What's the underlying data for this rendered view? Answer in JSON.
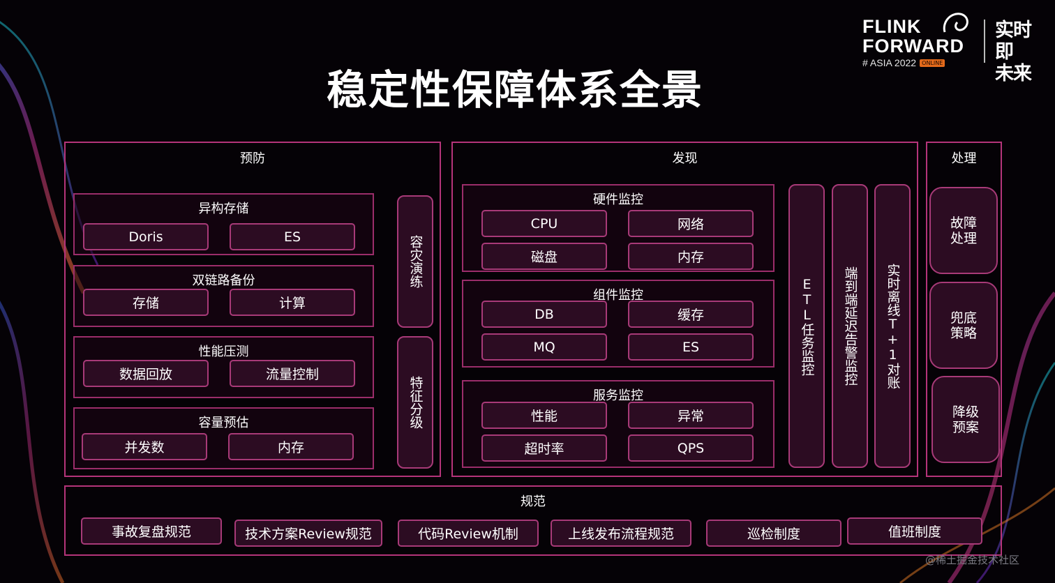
{
  "title": "稳定性保障体系全景",
  "logo": {
    "line1": "FLINK",
    "line2": "FORWARD",
    "sub": "# ASIA 2022",
    "badge": "ONLINE",
    "slogan_top": "实时即",
    "slogan_bottom": "未来"
  },
  "prevention": {
    "title": "预防",
    "groups": [
      {
        "title": "异构存储",
        "items": [
          "Doris",
          "ES"
        ]
      },
      {
        "title": "双链路备份",
        "items": [
          "存储",
          "计算"
        ]
      },
      {
        "title": "性能压测",
        "items": [
          "数据回放",
          "流量控制"
        ]
      },
      {
        "title": "容量预估",
        "items": [
          "并发数",
          "内存"
        ]
      }
    ],
    "side": [
      "容灾演练",
      "特征分级"
    ]
  },
  "discovery": {
    "title": "发现",
    "groups": [
      {
        "title": "硬件监控",
        "items": [
          "CPU",
          "网络",
          "磁盘",
          "内存"
        ]
      },
      {
        "title": "组件监控",
        "items": [
          "DB",
          "缓存",
          "MQ",
          "ES"
        ]
      },
      {
        "title": "服务监控",
        "items": [
          "性能",
          "异常",
          "超时率",
          "QPS"
        ]
      }
    ],
    "side": [
      "ETL任务监控",
      "端到端延迟告警监控",
      "实时离线T+1对账"
    ]
  },
  "handling": {
    "title": "处理",
    "items": [
      "故障\n处理",
      "兜底\n策略",
      "降级\n预案"
    ]
  },
  "norms": {
    "title": "规范",
    "items": [
      "事故复盘规范",
      "技术方案Review规范",
      "代码Review机制",
      "上线发布流程规范",
      "巡检制度",
      "值班制度"
    ]
  },
  "watermark": "@稀土掘金技术社区"
}
